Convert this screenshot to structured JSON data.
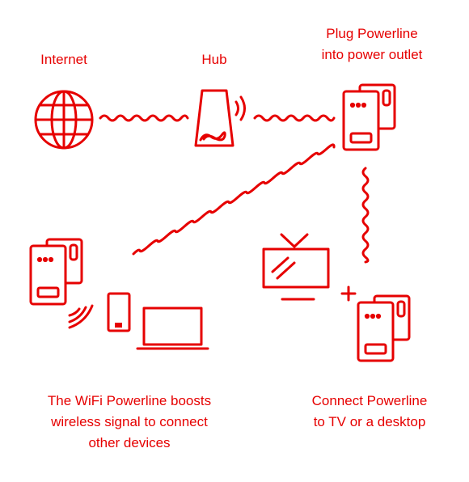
{
  "colors": {
    "accent": "#e60000",
    "background": "#ffffff"
  },
  "labels": {
    "internet": "Internet",
    "hub": "Hub",
    "plug_line1": "Plug Powerline",
    "plug_line2": "into power outlet",
    "wifi_line1": "The WiFi Powerline boosts",
    "wifi_line2": "wireless signal to connect",
    "wifi_line3": "other devices",
    "connect_line1": "Connect Powerline",
    "connect_line2": "to TV or a desktop"
  },
  "icons": {
    "internet": "globe-icon",
    "hub": "hub-icon",
    "powerline_outlet": "powerline-adapter-icon",
    "powerline_wifi": "powerline-adapter-icon",
    "powerline_tv": "powerline-adapter-icon",
    "smartphone": "smartphone-icon",
    "laptop": "laptop-icon",
    "tv": "tv-icon",
    "plus": "plus-icon"
  }
}
